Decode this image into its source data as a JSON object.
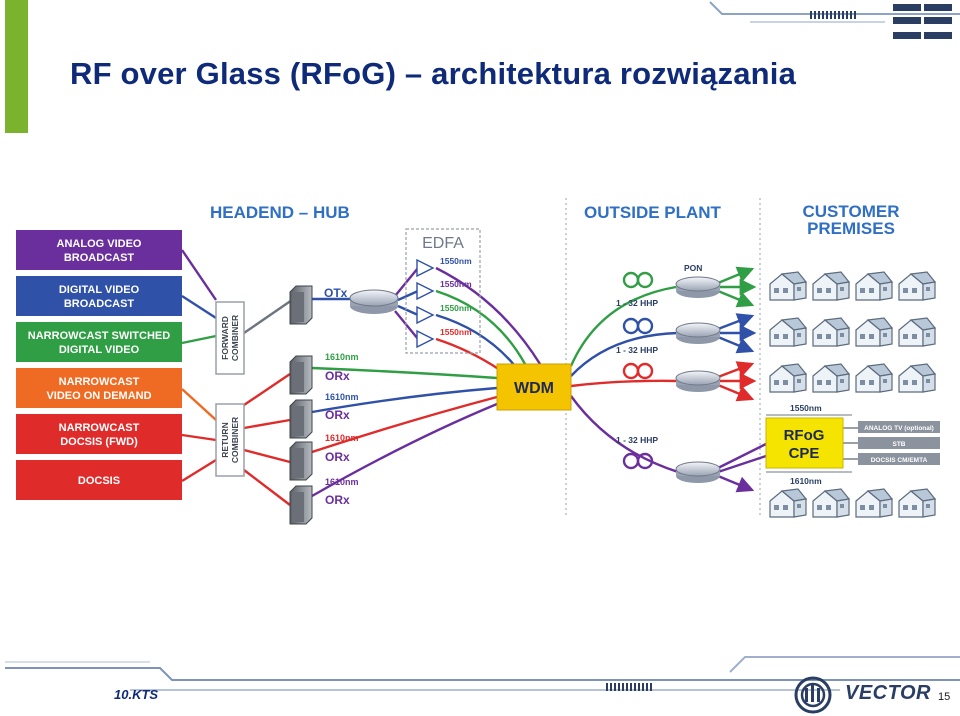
{
  "slide": {
    "title": "RF over Glass (RFoG) – architektura rozwiązania",
    "footer_id": "10.KTS",
    "brand": "VECTOR",
    "page_number": "15"
  },
  "diagram": {
    "sections": {
      "headend": "HEADEND – HUB",
      "outside": "OUTSIDE PLANT",
      "customer": [
        "CUSTOMER",
        "PREMISES"
      ]
    },
    "services": [
      {
        "lines": [
          "ANALOG VIDEO",
          "BROADCAST"
        ],
        "color": "#6a2f9c"
      },
      {
        "lines": [
          "DIGITAL VIDEO",
          "BROADCAST"
        ],
        "color": "#2f51a8"
      },
      {
        "lines": [
          "NARROWCAST SWITCHED",
          "DIGITAL VIDEO"
        ],
        "color": "#2f9e44"
      },
      {
        "lines": [
          "NARROWCAST",
          "VIDEO ON DEMAND"
        ],
        "color": "#ef6a22"
      },
      {
        "lines": [
          "NARROWCAST",
          "DOCSIS (FWD)"
        ],
        "color": "#e02b2b"
      },
      {
        "lines": [
          "DOCSIS"
        ],
        "color": "#e02b2b"
      }
    ],
    "combiners": {
      "forward": [
        "FORWARD",
        "COMBINER"
      ],
      "return": [
        "RETURN",
        "COMBINER"
      ]
    },
    "otx_label": "OTx",
    "orx_units": [
      {
        "wavelength": "1610nm",
        "label": "ORx"
      },
      {
        "wavelength": "1610nm",
        "label": "ORx"
      },
      {
        "wavelength": "1610nm",
        "label": "ORx"
      },
      {
        "wavelength": "1610nm",
        "label": "ORx"
      }
    ],
    "edfa": {
      "label": "EDFA",
      "amps": [
        "1550nm",
        "1550nm",
        "1550nm",
        "1550nm"
      ]
    },
    "wdm": "WDM",
    "pon_label": "PON",
    "hhp_labels": [
      "1 - 32 HHP",
      "1 - 32 HHP",
      "1 - 32 HHP"
    ],
    "cpe": {
      "lines": [
        "RFoG",
        "CPE"
      ],
      "top_wavelength": "1550nm",
      "bottom_wavelength": "1610nm",
      "outputs": [
        "ANALOG TV (optional)",
        "STB",
        "DOCSIS CM/EMTA"
      ]
    },
    "colors": {
      "purple": "#6a2f9c",
      "blue": "#2f51a8",
      "green": "#2f9e44",
      "red": "#e02b2b",
      "orange": "#ef6a22",
      "wdm": "#f5c400",
      "cpe": "#f5e400",
      "heading": "#2f6fc4",
      "title": "#0e2a78"
    }
  }
}
